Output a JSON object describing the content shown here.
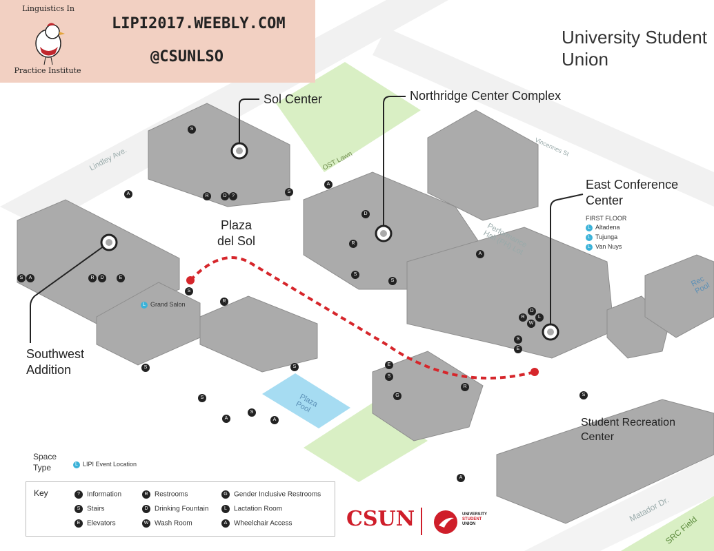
{
  "logo": {
    "text_top": "Linguistics In",
    "text_bottom": "Practice Institute"
  },
  "header": {
    "website": "LIPI2017.WEEBLY.COM",
    "handle": "@CSUNLSO"
  },
  "title": {
    "line1": "University Student",
    "line2": "Union"
  },
  "buildings": {
    "sol_center": "Sol Center",
    "northridge": "Northridge Center Complex",
    "east_conf_1": "East Conference",
    "east_conf_2": "Center",
    "plaza_1": "Plaza",
    "plaza_2": "del Sol",
    "southwest_1": "Southwest",
    "southwest_2": "Addition",
    "student_rec_1": "Student Recreation",
    "student_rec_2": "Center",
    "grand_salon": "Grand Salon",
    "first_floor": "FIRST FLOOR",
    "rooms": [
      "Altadena",
      "Tujunga",
      "Van Nuys"
    ]
  },
  "labels": {
    "lindley": "Lindley Ave.",
    "vincennes": "Vincennes St",
    "ost_lawn": "OST Lawn",
    "performance_1": "Performance",
    "performance_2": "Hall (PH) Lot",
    "plaza_pool_1": "Plaza",
    "plaza_pool_2": "Pool",
    "rec_pool_1": "Rec",
    "rec_pool_2": "Pool",
    "matador": "Matador Dr.",
    "src_field": "SRC Field"
  },
  "legend": {
    "space_type_1": "Space",
    "space_type_2": "Type",
    "event_location": "LIPI Event Location",
    "key_title": "Key",
    "items": [
      {
        "icon": "?",
        "label": "Information"
      },
      {
        "icon": "S",
        "label": "Stairs"
      },
      {
        "icon": "E",
        "label": "Elevators"
      },
      {
        "icon": "R",
        "label": "Restrooms"
      },
      {
        "icon": "D",
        "label": "Drinking Fountain"
      },
      {
        "icon": "W",
        "label": "Wash Room"
      },
      {
        "icon": "G",
        "label": "Gender Inclusive Restrooms"
      },
      {
        "icon": "L",
        "label": "Lactation Room"
      },
      {
        "icon": "A",
        "label": "Wheelchair Access"
      }
    ]
  },
  "footer": {
    "csun": "CSUN",
    "usu_1": "UNIVERSITY",
    "usu_2": "STUDENT",
    "usu_3": "UNION"
  },
  "colors": {
    "header_bg": "#f2d0c2",
    "lawn": "#d9efc4",
    "pool": "#a6dcf2",
    "route": "#d6262b",
    "building": "#a8a8a8",
    "csun_red": "#cf1e2a",
    "event_dot": "#3bb2d8"
  }
}
